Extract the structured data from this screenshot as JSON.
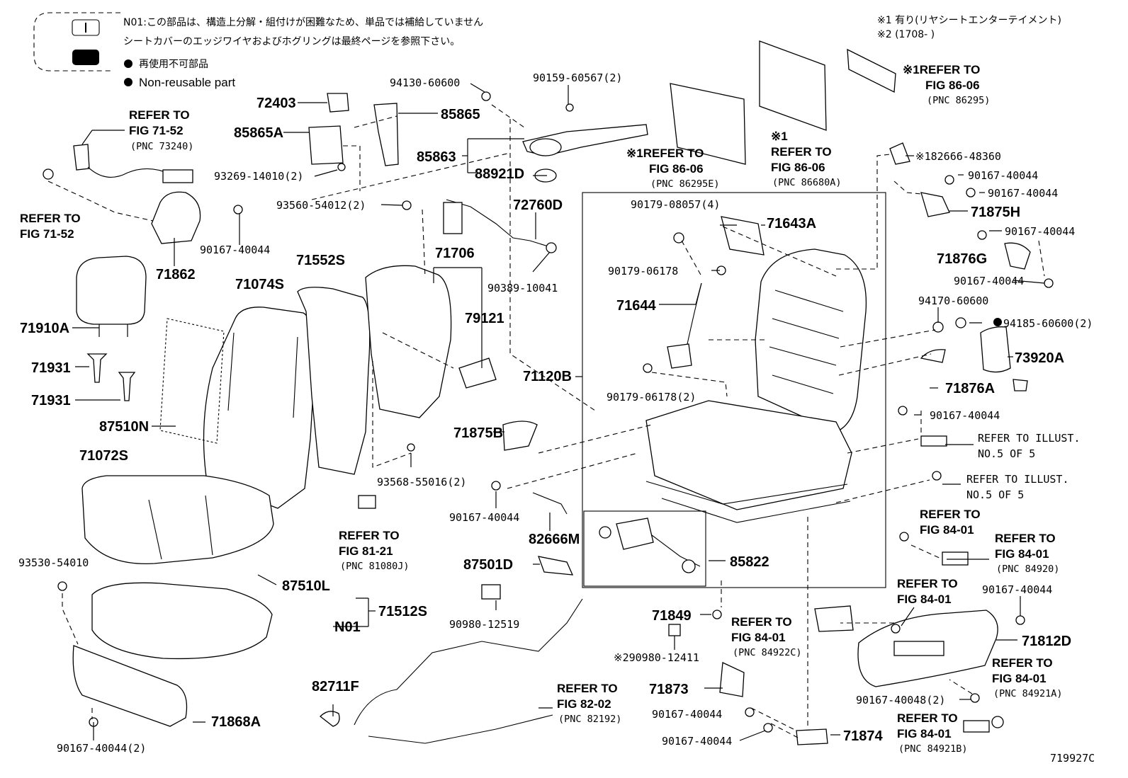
{
  "legend": {
    "note_n01": "N01:この部品は、構造上分解・組付けが困難なため、単品では補給していません",
    "note_edge": "シートカバーのエッジワイヤおよびホグリングは最終ページを参照下さい。",
    "nonreuse_jp": "再使用不可部品",
    "nonreuse_en": "Non-reusable part",
    "footnote_1": "※1 有り(リヤシートエンターテイメント)",
    "footnote_2": "※2 (1708-        )"
  },
  "figure_id": "719927C",
  "parts": [
    {
      "id": "72403",
      "style": "bold"
    },
    {
      "id": "85865",
      "style": "bold"
    },
    {
      "id": "85865A",
      "style": "bold"
    },
    {
      "id": "93269-14010(2)",
      "style": "plain"
    },
    {
      "id": "94130-60600",
      "style": "plain"
    },
    {
      "id": "90159-60567(2)",
      "style": "plain"
    },
    {
      "id": "85863",
      "style": "bold"
    },
    {
      "id": "88921D",
      "style": "bold"
    },
    {
      "id": "93560-54012(2)",
      "style": "plain"
    },
    {
      "id": "72760D",
      "style": "bold"
    },
    {
      "id": "90167-40044",
      "style": "plain"
    },
    {
      "id": "71862",
      "style": "bold"
    },
    {
      "id": "71706",
      "style": "bold"
    },
    {
      "id": "90389-10041",
      "style": "plain"
    },
    {
      "id": "71552S",
      "style": "bold"
    },
    {
      "id": "71074S",
      "style": "bold"
    },
    {
      "id": "79121",
      "style": "bold"
    },
    {
      "id": "71910A",
      "style": "bold"
    },
    {
      "id": "71931",
      "style": "bold"
    },
    {
      "id": "87510N",
      "style": "bold"
    },
    {
      "id": "71072S",
      "style": "bold"
    },
    {
      "id": "71120B",
      "style": "bold"
    },
    {
      "id": "71875B",
      "style": "bold"
    },
    {
      "id": "93568-55016(2)",
      "style": "plain"
    },
    {
      "id": "82666M",
      "style": "bold"
    },
    {
      "id": "87501D",
      "style": "bold"
    },
    {
      "id": "90980-12519",
      "style": "plain"
    },
    {
      "id": "87510L",
      "style": "bold"
    },
    {
      "id": "71512S",
      "style": "bold"
    },
    {
      "id": "N01",
      "style": "bold"
    },
    {
      "id": "93530-54010",
      "style": "plain"
    },
    {
      "id": "71868A",
      "style": "bold"
    },
    {
      "id": "90167-40044(2)",
      "style": "plain"
    },
    {
      "id": "82711F",
      "style": "bold"
    },
    {
      "id": "90179-08057(4)",
      "style": "plain"
    },
    {
      "id": "71643A",
      "style": "bold"
    },
    {
      "id": "90179-06178",
      "style": "plain"
    },
    {
      "id": "71644",
      "style": "bold"
    },
    {
      "id": "90179-06178(2)",
      "style": "plain"
    },
    {
      "id": "85822",
      "style": "bold"
    },
    {
      "id": "71849",
      "style": "bold"
    },
    {
      "id": "※290980-12411",
      "style": "plain"
    },
    {
      "id": "71873",
      "style": "bold"
    },
    {
      "id": "71874",
      "style": "bold"
    },
    {
      "id": "※182666-48360",
      "style": "plain"
    },
    {
      "id": "71875H",
      "style": "bold"
    },
    {
      "id": "71876G",
      "style": "bold"
    },
    {
      "id": "94170-60600",
      "style": "plain"
    },
    {
      "id": "94185-60600(2)",
      "style": "plain"
    },
    {
      "id": "73920A",
      "style": "bold"
    },
    {
      "id": "71876A",
      "style": "bold"
    },
    {
      "id": "71812D",
      "style": "bold"
    },
    {
      "id": "90167-40048(2)",
      "style": "plain"
    }
  ],
  "refs": {
    "r_71_52_a": [
      "REFER TO",
      "FIG 71-52",
      "(PNC 73240)"
    ],
    "r_71_52_b": [
      "REFER TO",
      "FIG 71-52"
    ],
    "r_86_06_top": [
      "※1REFER TO",
      "FIG 86-06",
      "(PNC 86295)"
    ],
    "r_86_06_e": [
      "※1REFER TO",
      "FIG 86-06",
      "(PNC 86295E)"
    ],
    "r_86_06_a": [
      "※1",
      "REFER TO",
      "FIG 86-06",
      "(PNC 86680A)"
    ],
    "r_81_21": [
      "REFER TO",
      "FIG 81-21",
      "(PNC 81080J)"
    ],
    "r_82_02": [
      "REFER TO",
      "FIG 82-02",
      "(PNC 82192)"
    ],
    "r_84_01_c": [
      "REFER TO",
      "FIG 84-01",
      "(PNC 84922C)"
    ],
    "r_illust_1": [
      "REFER TO ILLUST.",
      "NO.5 OF 5"
    ],
    "r_illust_2": [
      "REFER TO ILLUST.",
      "NO.5 OF 5"
    ],
    "r_84_01_a": [
      "REFER TO",
      "FIG 84-01"
    ],
    "r_84_01_b": [
      "REFER TO",
      "FIG 84-01",
      "(PNC 84920)"
    ],
    "r_84_01_c2": [
      "REFER TO",
      "FIG 84-01"
    ],
    "r_84_01_d": [
      "REFER TO",
      "FIG 84-01",
      "(PNC 84921A)"
    ],
    "r_84_01_e": [
      "REFER TO",
      "FIG 84-01",
      "(PNC 84921B)"
    ]
  }
}
